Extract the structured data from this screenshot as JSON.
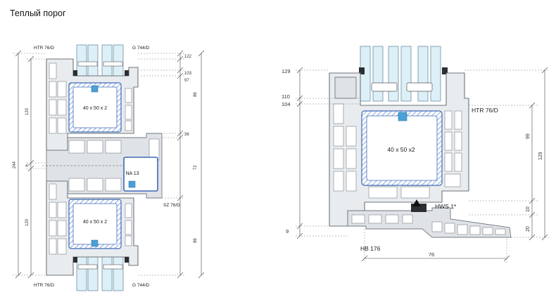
{
  "page": {
    "title": "Теплый порог"
  },
  "left_section": {
    "top_labels": {
      "left": "HTR 76/D",
      "right": "G 744/D"
    },
    "bottom_labels": {
      "left": "HTR 76/D",
      "right": "G 744/D"
    },
    "reinforcement_upper": "40 x 50 x 2",
    "reinforcement_lower": "40 x 50 x 2",
    "insert_label": "NA 13",
    "side_label": "SZ 76/D",
    "right_dims": {
      "d122": "122",
      "d103": "103",
      "d97": "97",
      "d86_top": "86",
      "d36": "36",
      "d72": "72",
      "d86_bottom": "86"
    },
    "left_dims": {
      "overall": "244",
      "upper": "120",
      "lower": "120",
      "gap": "4"
    }
  },
  "right_section": {
    "frame_label": "HTR 76/D",
    "reinforcement": "40 x 50 x2",
    "seal_label": "HWS 1*",
    "threshold_label": "HB 176",
    "left_dims": {
      "d129": "129",
      "d110": "110",
      "d104": "104",
      "d9": "9"
    },
    "right_dims": {
      "d99": "99",
      "d129": "129",
      "d10": "10",
      "d20": "20"
    },
    "bottom_dim": "76"
  }
}
